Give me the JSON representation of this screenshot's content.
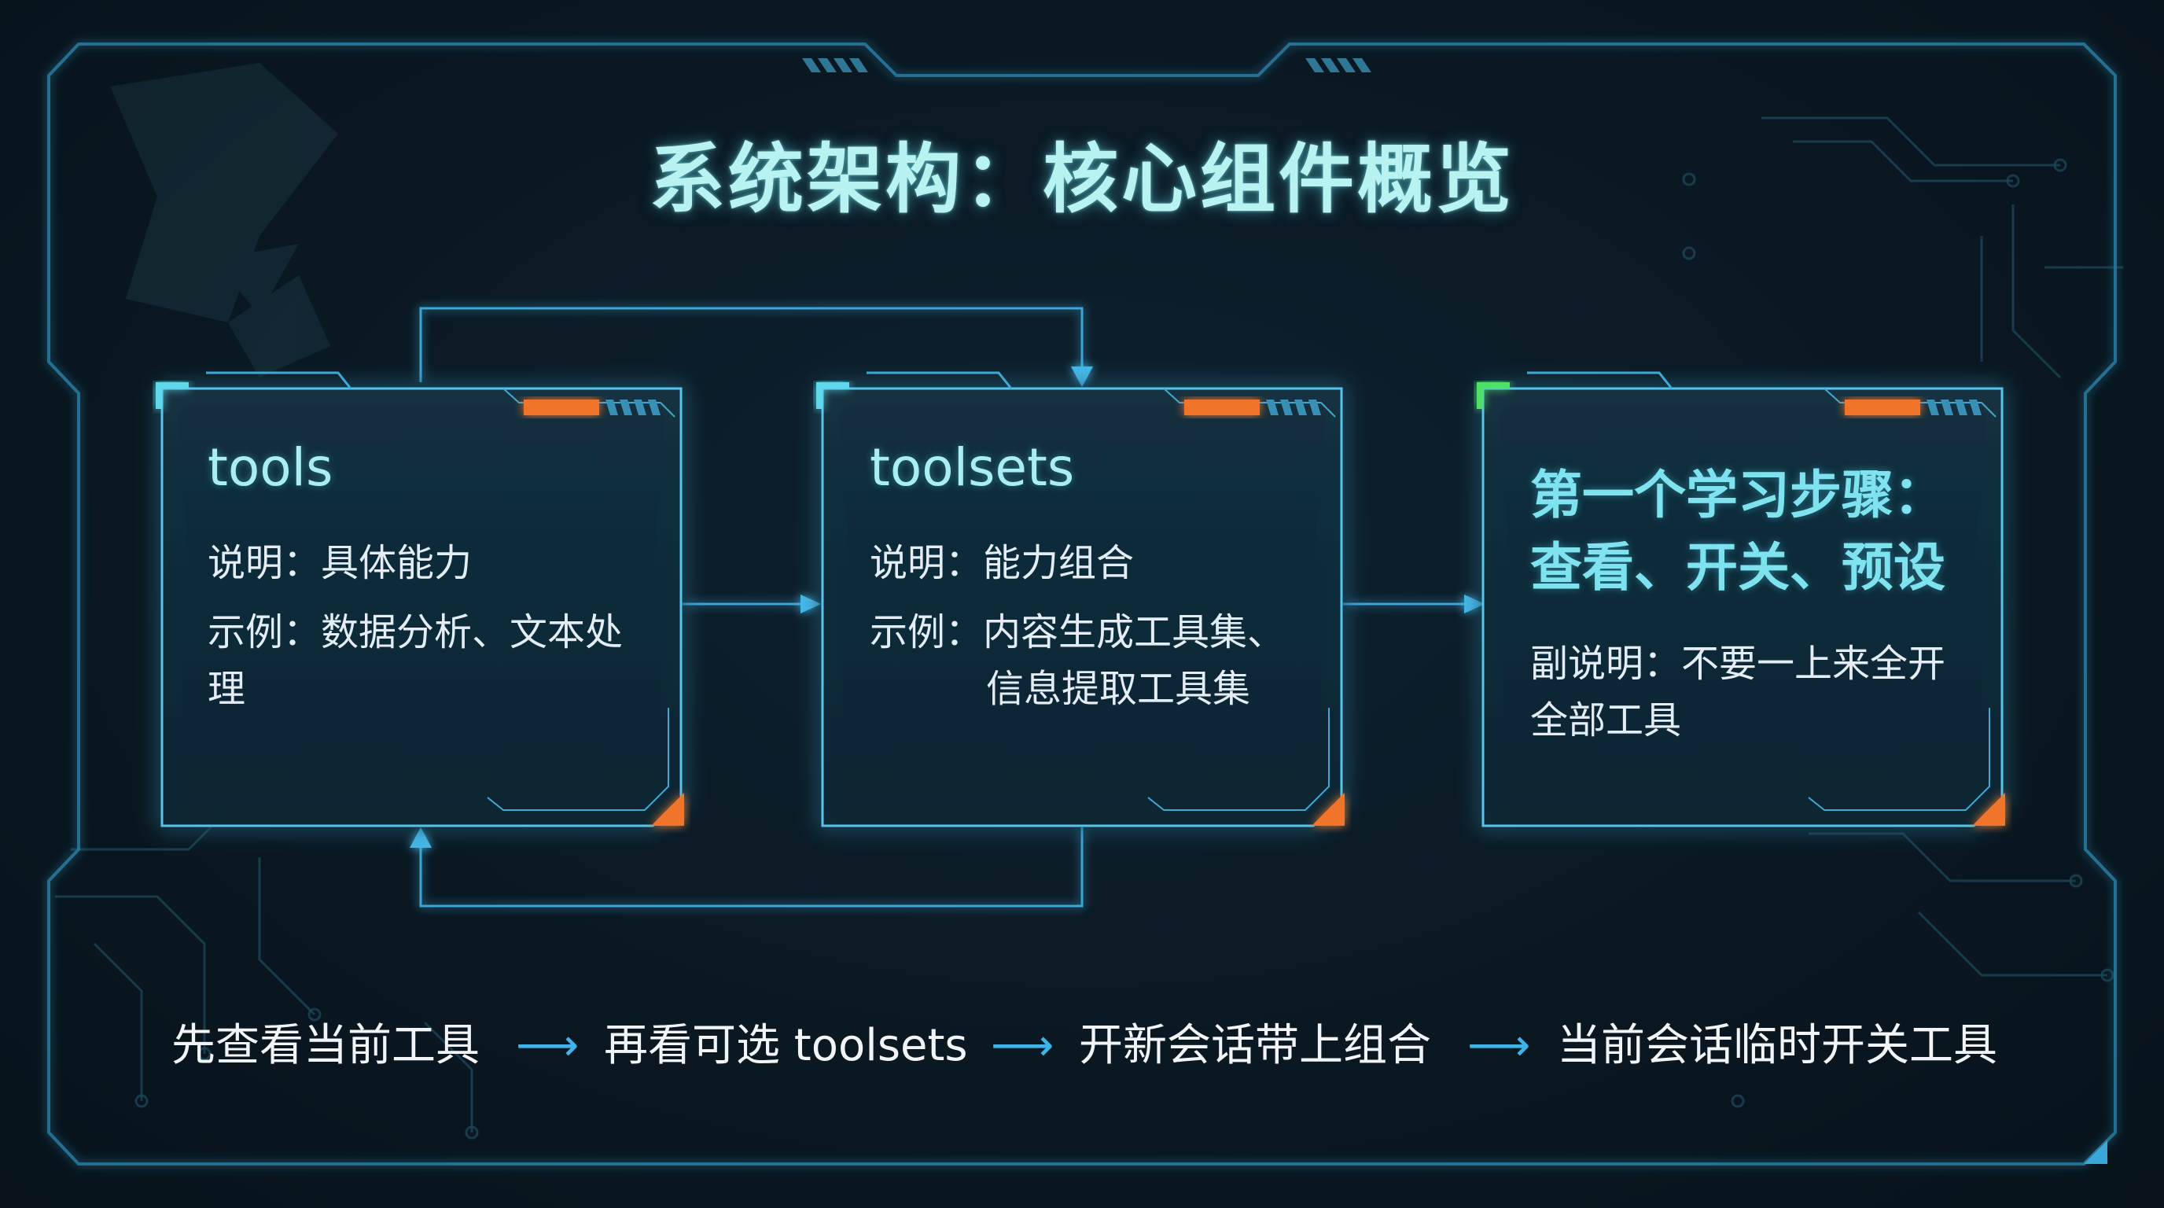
{
  "title": "系统架构：核心组件概览",
  "colors": {
    "frame": "#2d8fb6",
    "accent_cyan": "#5fd8ea",
    "accent_orange": "#f0742a",
    "accent_green": "#4fe06a",
    "title_text": "#b8f3f1"
  },
  "cards": [
    {
      "name": "tools",
      "desc_label": "说明：",
      "desc_value": "具体能力",
      "example_label": "示例：",
      "example_line1": "数据分析、文本处",
      "example_line2": "理"
    },
    {
      "name": "toolsets",
      "desc_label": "说明：",
      "desc_value": "能力组合",
      "example_label": "示例：",
      "example_line1": "内容生成工具集、",
      "example_line2": "信息提取工具集"
    },
    {
      "title_line1": "第一个学习步骤：",
      "title_line2": "查看、开关、预设",
      "sub_line1": "副说明：不要一上来全开",
      "sub_line2": "全部工具"
    }
  ],
  "flow": {
    "steps": [
      "先查看当前工具",
      "再看可选 toolsets",
      "开新会话带上组合",
      "当前会话临时开关工具"
    ],
    "arrow": "⟶"
  },
  "icons": {
    "connector_arrow": "arrow-head-icon",
    "flow_arrow": "long-right-arrow-icon"
  }
}
